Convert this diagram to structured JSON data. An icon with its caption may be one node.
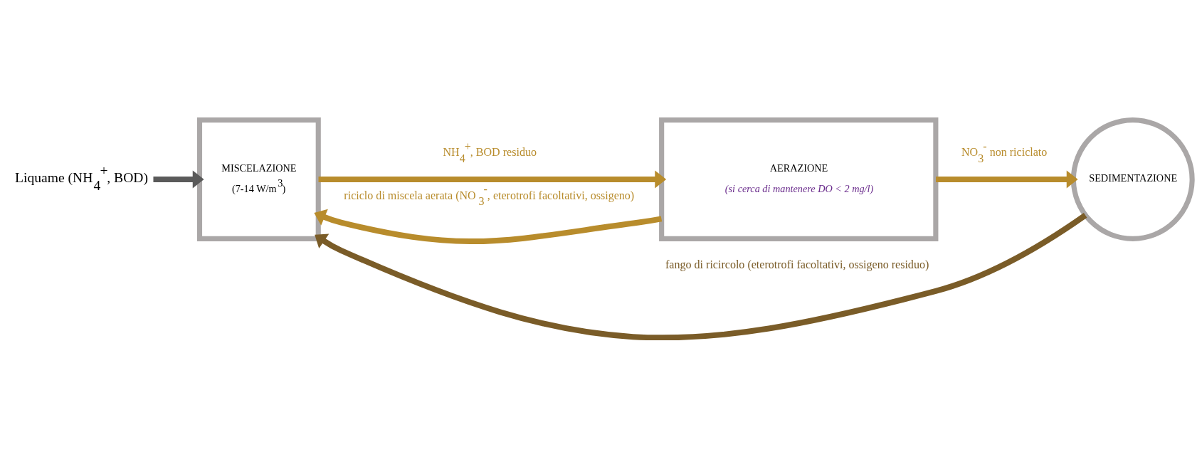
{
  "diagram": {
    "nodes": [
      {
        "text": [
          "Liquame (NH$_{4}$$^{+}$, BOD)"
        ]
      },
      {
        "text": [
          "MISCELAZIONE",
          "(7-14 W/m$^{3}$)"
        ]
      },
      {
        "text": [
          "AERAZIONE",
          "(si cerca di mantenere DO < 2 mg/l)"
        ]
      },
      {
        "text": [
          "SEDIMENTAZIONE"
        ]
      }
    ],
    "edges": [
      {
        "from": 0,
        "to": 1,
        "arrow": "to",
        "color": "#5a5a5a"
      },
      {
        "from": 1,
        "to": 2,
        "arrow": "to",
        "label": "NH$_{4}$$^{+}$, BOD residuo"
      },
      {
        "from": 2,
        "to": 3,
        "arrow": "to",
        "label": "NO$_{3}$$^{-}$ non riciclato"
      },
      {
        "from": 3,
        "to": 1,
        "arrow": "to",
        "color": "#7a5c28",
        "label": "fango di ricircolo (eterotrofi facoltativi, ossigeno residuo)"
      },
      {
        "from": 2,
        "to": 1,
        "arrow": "to",
        "label": "riciclo di miscela aerata (NO$_{3}$$^{-}$, eterotrofi facoltativi, ossigeno)"
      }
    ]
  }
}
